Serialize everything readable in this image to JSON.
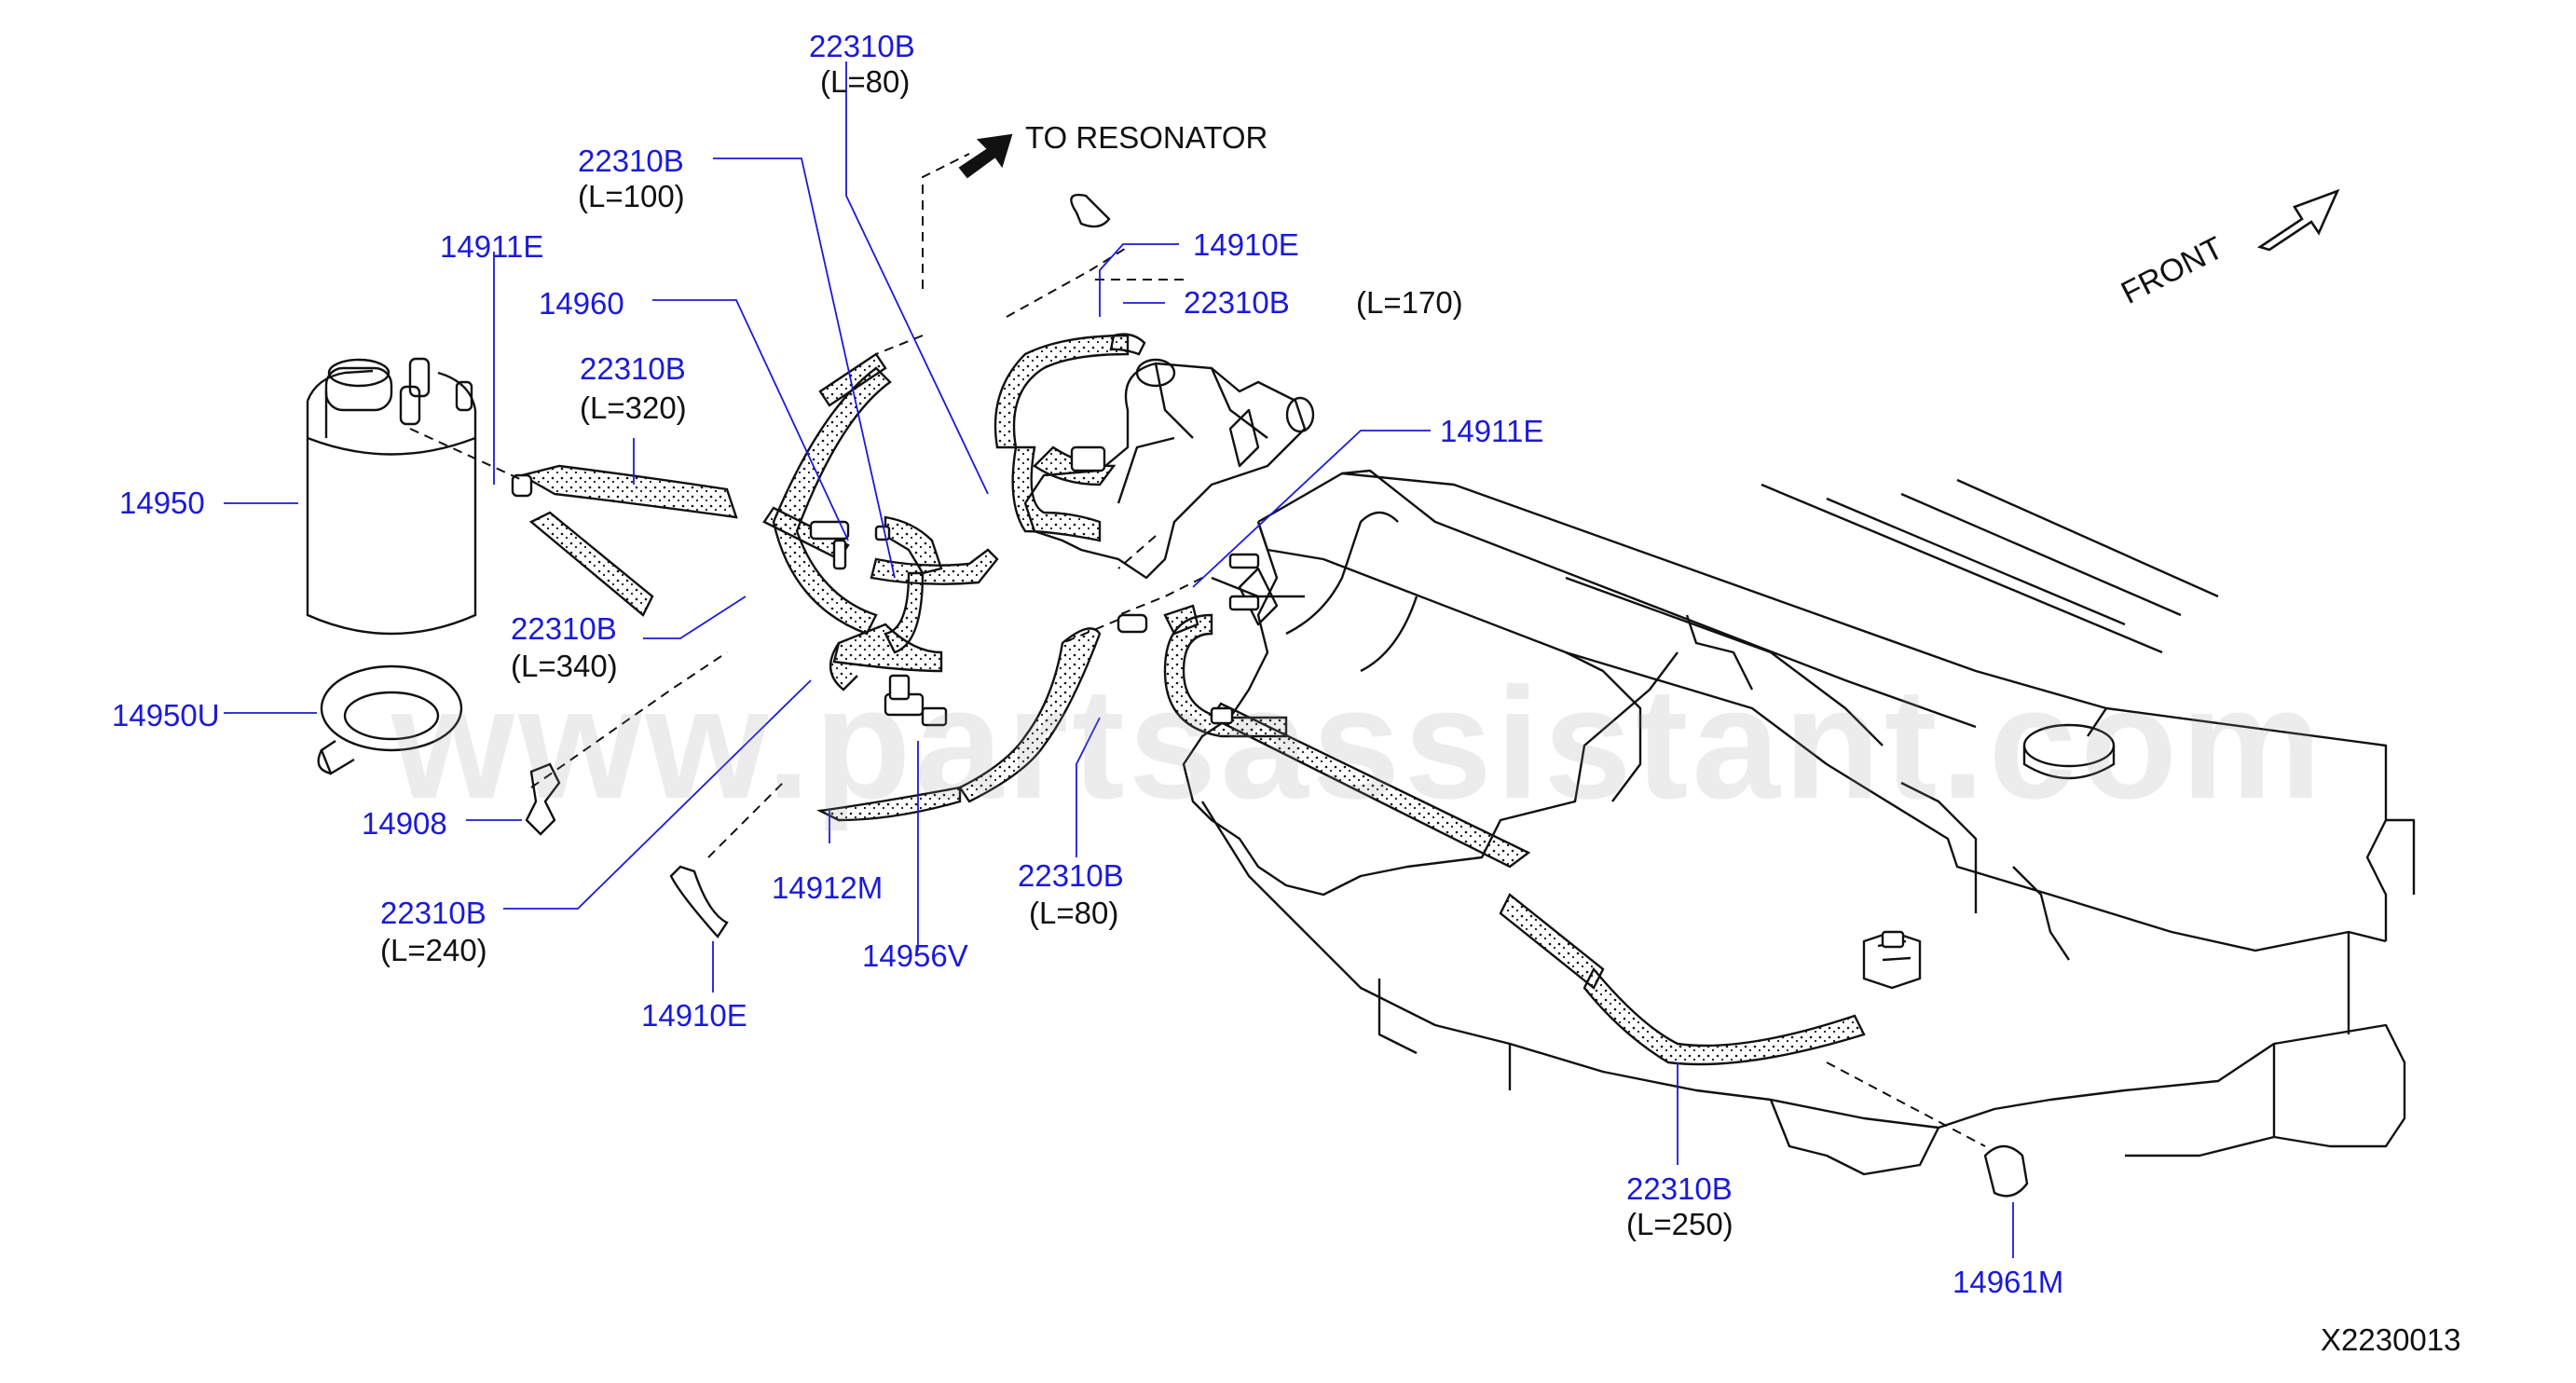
{
  "diagram_code": "X2230013",
  "front_label": "FRONT",
  "resonator_label": "TO  RESONATOR",
  "watermark": "www.partsassistant.com",
  "colors": {
    "part_label": "#1a1adc",
    "line": "#111111",
    "leader": "#1a1adc"
  },
  "labels": {
    "p22310b_l80_top": "22310B",
    "p22310b_l80_top_len": "(L=80)",
    "p22310b_l100": "22310B",
    "p22310b_l100_len": "(L=100)",
    "p14911e_left": "14911E",
    "p14960": "14960",
    "p22310b_l320": "22310B",
    "p22310b_l320_len": "(L=320)",
    "p14950": "14950",
    "p22310b_l340": "22310B",
    "p22310b_l340_len": "(L=340)",
    "p14950u": "14950U",
    "p14908": "14908",
    "p22310b_l240": "22310B",
    "p22310b_l240_len": "(L=240)",
    "p14912m": "14912M",
    "p14956v": "14956V",
    "p14910e_bottom": "14910E",
    "p22310b_l80_mid": "22310B",
    "p22310b_l80_mid_len": "(L=80)",
    "p14910e_top": "14910E",
    "p22310b_l170": "22310B",
    "p22310b_l170_len": "(L=170)",
    "p14911e_right": "14911E",
    "p22310b_l250": "22310B",
    "p22310b_l250_len": "(L=250)",
    "p14961m": "14961M"
  }
}
